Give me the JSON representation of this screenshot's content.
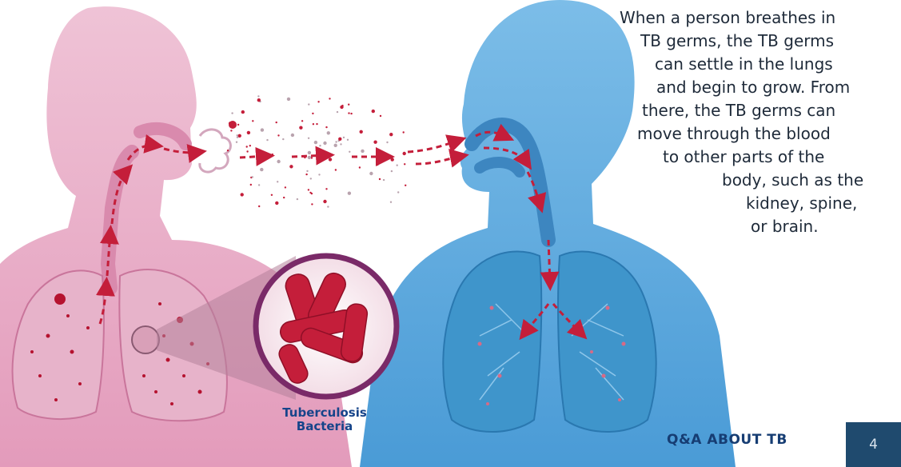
{
  "caption": {
    "lines": [
      "When a person breathes in",
      "TB germs, the TB germs",
      "can settle in the lungs",
      "and begin to grow. From",
      "there, the TB germs can",
      "move through the blood",
      "to other parts of the",
      "body, such as the",
      "kidney, spine,",
      "or brain."
    ]
  },
  "bacteria_label": {
    "line1": "Tuberculosis",
    "line2": "Bacteria"
  },
  "footer": {
    "title": "Q&A ABOUT TB",
    "page_number": "4"
  },
  "colors": {
    "infected_person": "#e5a9c4",
    "healthy_person": "#5aa9de",
    "bacteria_red": "#c41e3a",
    "circle_border": "#7a2a68",
    "title_blue": "#163d73",
    "page_tab": "#1f4a6e"
  }
}
